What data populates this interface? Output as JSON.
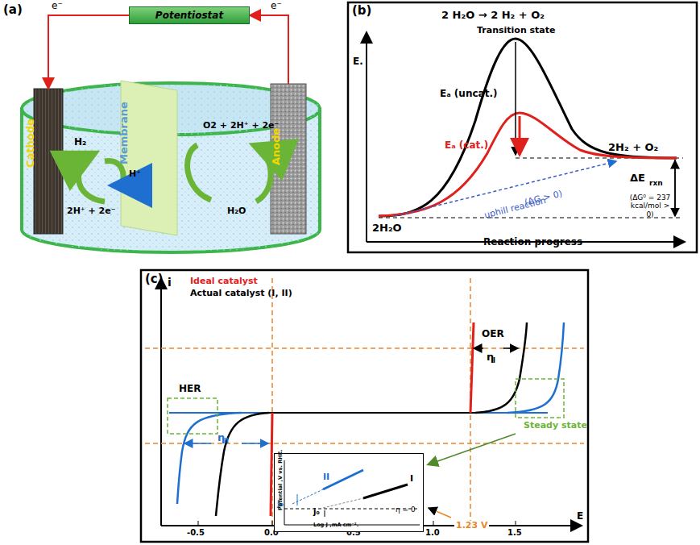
{
  "diagram": {
    "nodes": [
      {
        "text": [
          "Potentiostat"
        ]
      },
      {
        "text": [
          "Cathode"
        ]
      },
      {
        "text": [
          "Membrane"
        ]
      },
      {
        "text": [
          "Anode"
        ]
      },
      {
        "text": [
          "II",
          "I",
          "j₀",
          "j₀",
          "η = 0",
          "Potential ,V vs. RHE.",
          "Log J ,mA cm⁻²."
        ]
      }
    ],
    "edges": [
      {
        "from": 3,
        "to": 0,
        "arrow": "to",
        "label": "e⁻"
      },
      {
        "from": 0,
        "to": 1,
        "arrow": "to",
        "label": "e⁻"
      }
    ],
    "labels": [
      "(a)",
      "H₂",
      "O2 + 2H⁺ + 2e⁻",
      "H⁺",
      "2H⁺ + 2e⁻",
      "H₂O",
      "(b)",
      "E.",
      "2 H₂O → 2 H₂ + O₂",
      "Transition state",
      "Eₐ (uncat.)",
      "Eₐ (cat.)",
      "2H₂ + O₂",
      "ΔE",
      "rxn",
      "(ΔG⁰ = 237 kcal/mol > 0)",
      "uphill reaction",
      "(ΔG > 0)",
      "2H₂O",
      "Reaction progress",
      "(c)",
      "i",
      "Ideal catalyst",
      "Actual catalyst (I, II)",
      "OER",
      "HER",
      "η",
      "I",
      "η",
      "II",
      "Steady state",
      "E",
      "-0.5",
      "0.0",
      "0.5",
      "1.0",
      "1.5",
      "1.23 V"
    ]
  }
}
